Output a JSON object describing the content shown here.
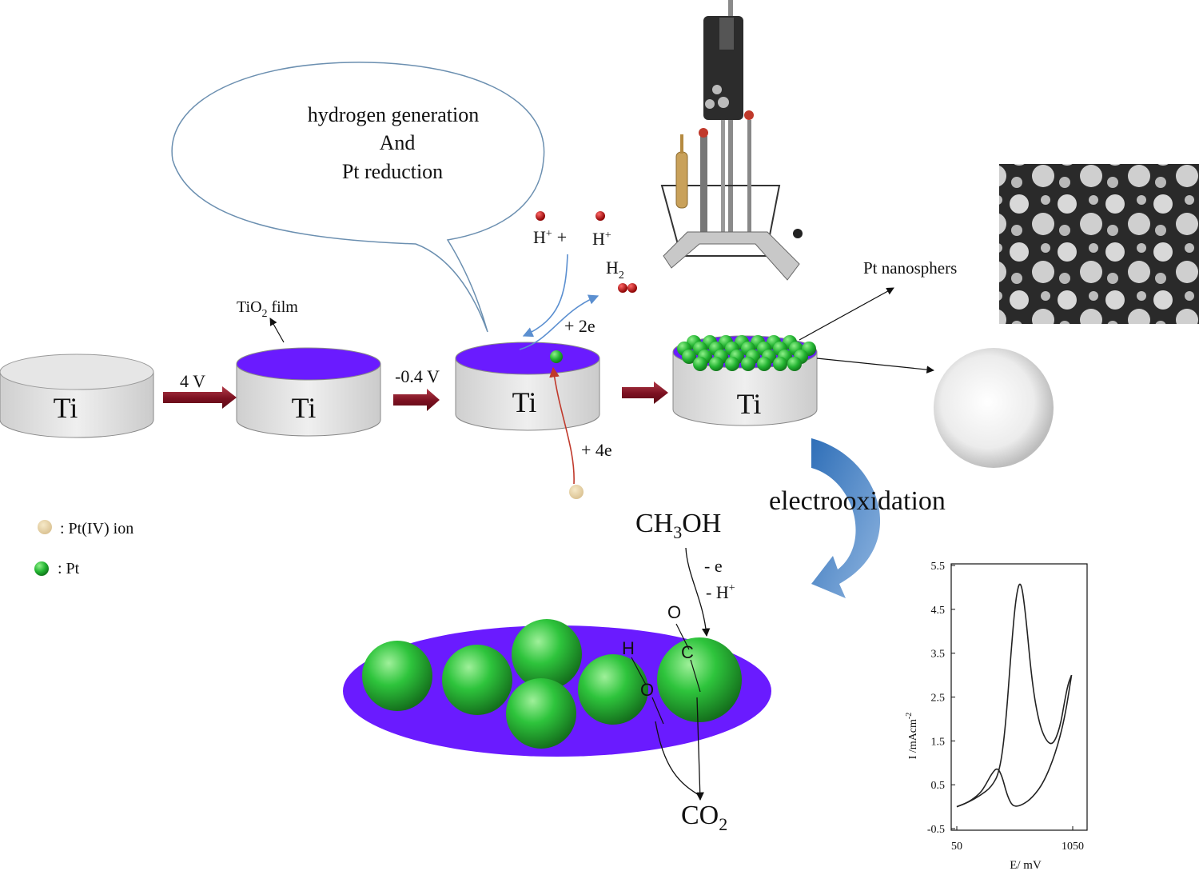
{
  "bubble": {
    "line1": "hydrogen generation",
    "line2": "And",
    "line3": "Pt reduction"
  },
  "ti_label": "Ti",
  "tio2": {
    "main": "TiO",
    "sub": "2",
    "rest": " film"
  },
  "voltage_1": "4 V",
  "voltage_2": "-0.4 V",
  "reaction": {
    "h_plus_1": "H",
    "h_plus_1_sup": "+",
    "plus": "+",
    "h_plus_2": "H",
    "h_plus_2_sup": "+",
    "h2": "H",
    "h2_sub": "2",
    "two_e": "+ 2e",
    "four_e": "+  4e"
  },
  "pt_nanospheres_label": "Pt nanosphers",
  "electrooxidation_label": "electrooxidation",
  "legend": {
    "pt_ion": ": Pt(IV) ion",
    "pt": ": Pt"
  },
  "methanol": {
    "a": "CH",
    "sub": "3",
    "b": "OH"
  },
  "minus_e": "- e",
  "minus_h": "- H",
  "minus_h_sup": "+",
  "atoms": {
    "o_top": "O",
    "c": "C",
    "h": "H",
    "o_low": "O"
  },
  "co2": {
    "main": "CO",
    "sub": "2"
  },
  "colors": {
    "purple": "#6a1bff",
    "green": "#2cc23a",
    "arrow_red": "#7a1020",
    "blue_arrow": "#5b8fd0",
    "cylinder": "#dcdcdc"
  },
  "chart_data": {
    "type": "line",
    "title": "",
    "xlabel": "E/ mV",
    "ylabel": "I /mAcm",
    "ylabel_sup": "-2",
    "xlim": [
      50,
      1050
    ],
    "ylim": [
      -0.5,
      5.5
    ],
    "x_ticks": [
      "50",
      "1050"
    ],
    "y_ticks": [
      "5.5",
      "4.5",
      "3.5",
      "2.5",
      "1.5",
      "0.5",
      "-0.5"
    ],
    "series": [
      {
        "values_note": "",
        "x": [
          50,
          150,
          250,
          350,
          420,
          470,
          520,
          560,
          600,
          640,
          700,
          760,
          820,
          880,
          940,
          980,
          1010,
          1040
        ],
        "y": [
          0.0,
          0.1,
          0.25,
          0.45,
          0.8,
          1.8,
          3.6,
          4.8,
          5.2,
          4.5,
          2.8,
          1.9,
          1.5,
          1.4,
          1.8,
          2.4,
          2.8,
          3.0
        ]
      },
      {
        "x": [
          1040,
          980,
          900,
          800,
          700,
          620,
          560,
          520,
          480,
          440,
          400,
          350,
          300,
          250,
          150,
          50
        ],
        "y": [
          3.0,
          2.0,
          1.2,
          0.55,
          0.2,
          0.05,
          0.0,
          0.05,
          0.3,
          0.7,
          0.9,
          0.75,
          0.5,
          0.3,
          0.1,
          0.0
        ]
      }
    ]
  }
}
